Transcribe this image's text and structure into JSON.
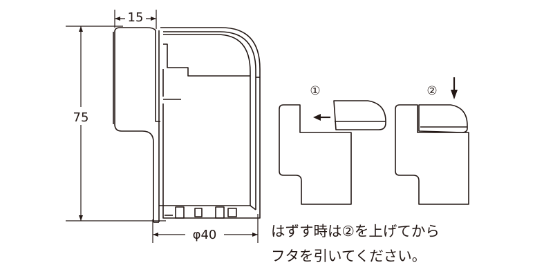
{
  "dimensions": {
    "width_label": "15",
    "height_label": "75",
    "diameter_label": "φ40"
  },
  "steps": {
    "step1_label": "①",
    "step2_label": "②"
  },
  "instructions": {
    "line1": "はずす時は②を上げてから",
    "line2": "フタを引いてください。"
  },
  "colors": {
    "line": "#231815",
    "shade": "#d3d3d3",
    "background": "#ffffff"
  }
}
